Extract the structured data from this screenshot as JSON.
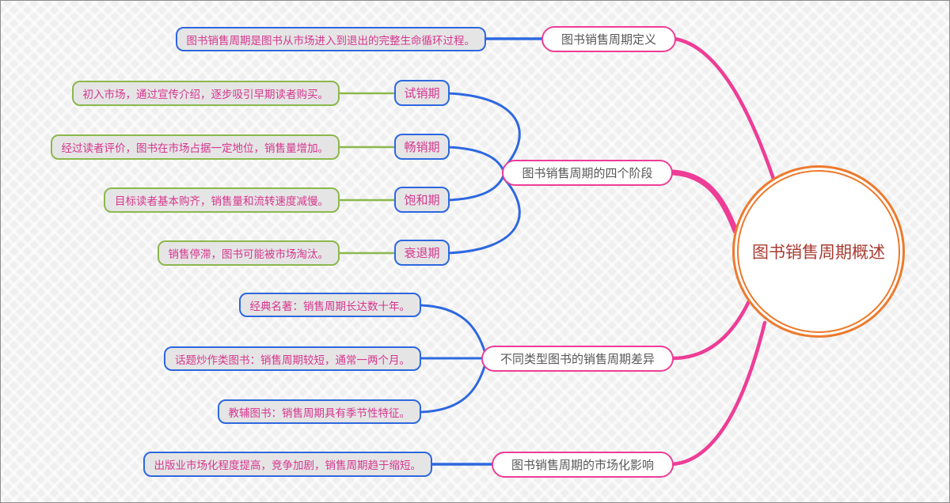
{
  "root_label": "图书销售周期概述",
  "branches": {
    "definition": {
      "label": "图书销售周期定义",
      "detail": "图书销售周期是图书从市场进入到退出的完整生命循环过程。"
    },
    "stages": {
      "label": "图书销售周期的四个阶段",
      "items": [
        {
          "label": "试销期",
          "detail": "初入市场，通过宣传介绍，逐步吸引早期读者购买。"
        },
        {
          "label": "畅销期",
          "detail": "经过读者评价，图书在市场占据一定地位，销售量增加。"
        },
        {
          "label": "饱和期",
          "detail": "目标读者基本购齐，销售量和流转速度减慢。"
        },
        {
          "label": "衰退期",
          "detail": "销售停滞，图书可能被市场淘汰。"
        }
      ]
    },
    "differences": {
      "label": "不同类型图书的销售周期差异",
      "items": [
        {
          "detail": "经典名著：销售周期长达数十年。"
        },
        {
          "detail": "话题炒作类图书：销售周期较短，通常一两个月。"
        },
        {
          "detail": "教辅图书：销售周期具有季节性特征。"
        }
      ]
    },
    "market": {
      "label": "图书销售周期的市场化影响",
      "detail": "出版业市场化程度提高，竞争加剧，销售周期趋于缩短。"
    }
  },
  "colors": {
    "pink": "#EE3D96",
    "blue": "#2D68E0",
    "green": "#8CB84C",
    "orange": "#ED7A2D",
    "magenta-text": "#D6368F",
    "dark-text": "#575757",
    "red-text": "#A93B32",
    "box-fill": "#E5E5E5",
    "node-fill": "#FFFFFF",
    "canvas-bg": "#EFEFEF"
  }
}
